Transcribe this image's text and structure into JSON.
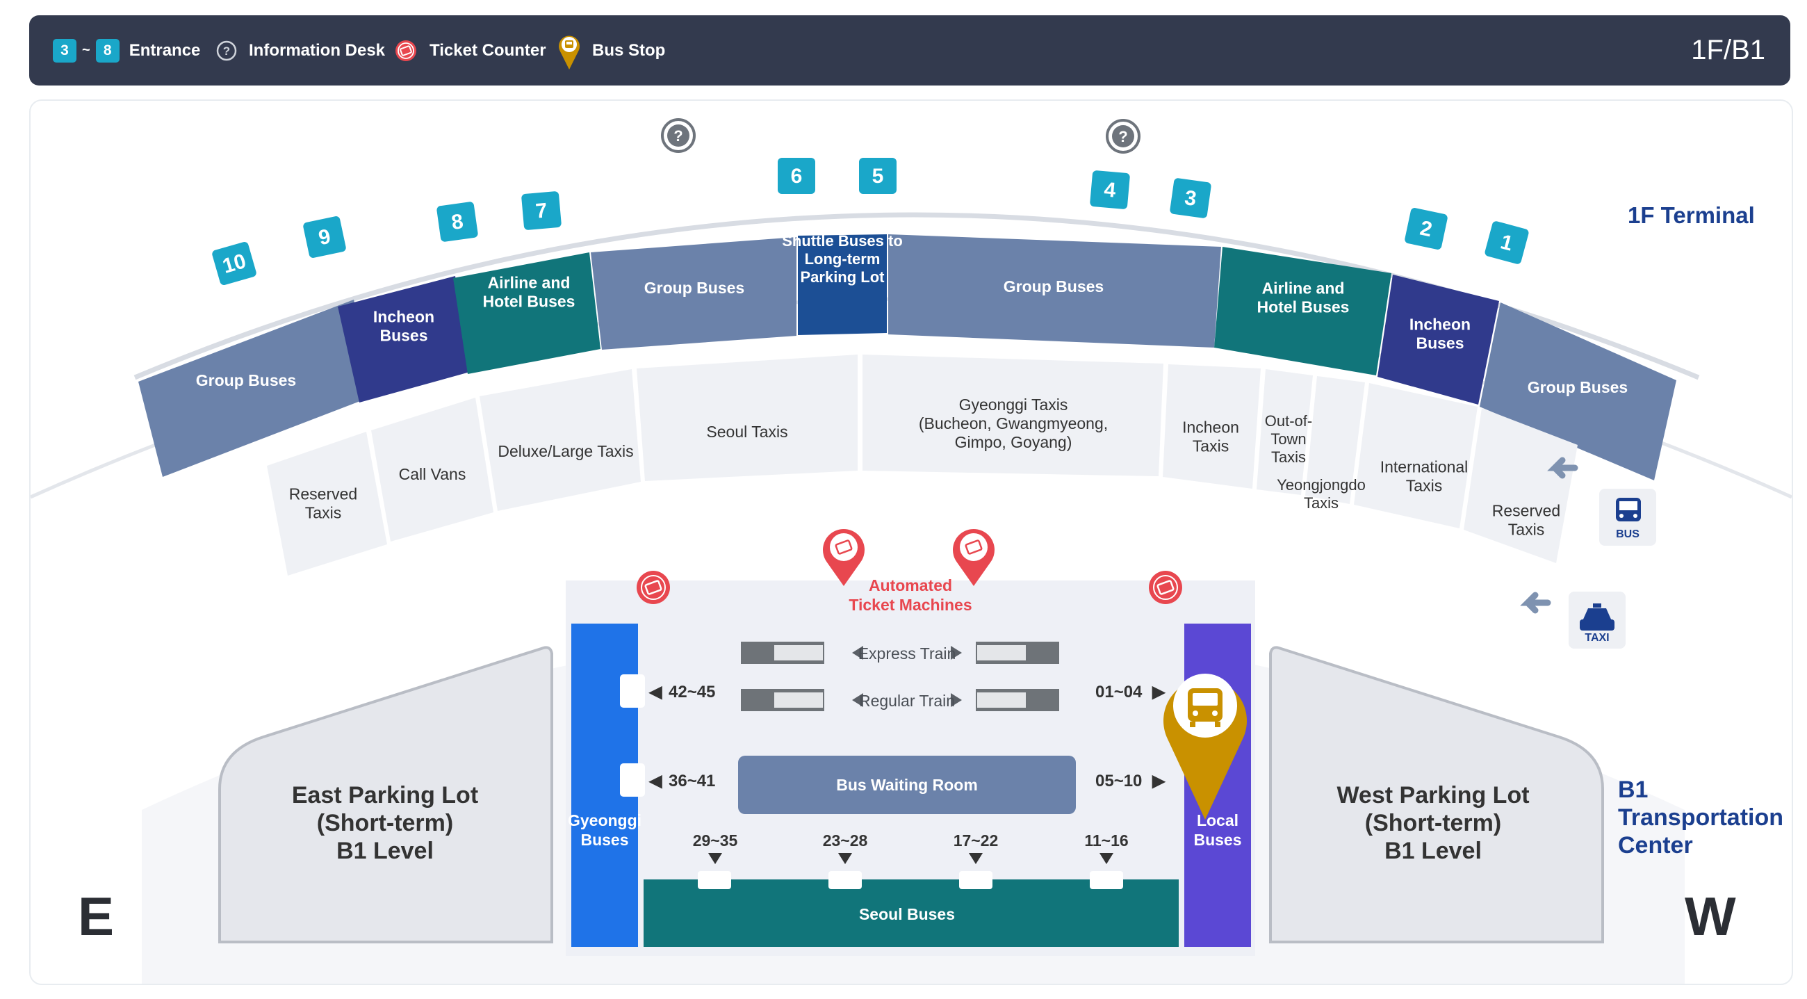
{
  "legend": {
    "entrance_from": "3",
    "entrance_sep": "~",
    "entrance_to": "8",
    "entrance": "Entrance",
    "info_desk": "Information Desk",
    "ticket_counter": "Ticket Counter",
    "bus_stop": "Bus Stop",
    "floor": "1F/B1"
  },
  "terminal": {
    "title": "1F Terminal",
    "info_marker": "?",
    "gates": [
      "10",
      "9",
      "8",
      "7",
      "6",
      "5",
      "4",
      "3",
      "2",
      "1"
    ],
    "bus_zones": [
      "Group Buses",
      "Incheon Buses",
      "Airline and Hotel Buses",
      "Group Buses",
      "Shuttle Buses to Long-term Parking Lot",
      "Group Buses",
      "Airline and Hotel Buses",
      "Incheon Buses",
      "Group Buses"
    ],
    "taxi_zones": [
      "Reserved Taxis",
      "Call Vans",
      "Deluxe/Large Taxis",
      "Seoul Taxis",
      "Gyeonggi Taxis (Bucheon, Gwangmyeong, Gimpo, Goyang)",
      "Incheon Taxis",
      "Out-of-Town Taxis",
      "Yeongjongdo Taxis",
      "International Taxis",
      "Reserved Taxis"
    ],
    "bus_icon_label": "BUS",
    "taxi_icon_label": "TAXI"
  },
  "b1": {
    "title_line1": "B1",
    "title_line2": "Transportation",
    "title_line3": "Center",
    "ticket_machines": "Automated Ticket Machines",
    "express_train": "Express Train",
    "regular_train": "Regular Train",
    "bus_waiting_room": "Bus Waiting Room",
    "gyeonggi_buses": "Gyeonggi Buses",
    "local_buses": "Local Buses",
    "seoul_buses": "Seoul Buses",
    "gate_left_top": "42~45",
    "gate_left_mid": "36~41",
    "gate_right_top": "01~04",
    "gate_right_mid": "05~10",
    "gates_bottom": [
      "29~35",
      "23~28",
      "17~22",
      "11~16"
    ],
    "east_parking": [
      "East Parking Lot",
      "(Short-term)",
      "B1 Level"
    ],
    "west_parking": [
      "West Parking Lot",
      "(Short-term)",
      "B1 Level"
    ],
    "east": "E",
    "west": "W"
  },
  "colors": {
    "bar": "#333a4e",
    "teal": "#1aa7c9",
    "group_bus": "#6b82aa",
    "incheon_bus": "#303a8c",
    "airline_bus": "#11757a",
    "shuttle_bus": "#1c4f95",
    "gyeonggi_bus": "#1f73e8",
    "local_bus": "#5b48d4",
    "seoul_bus": "#11757a",
    "ticket_red": "#e8474f",
    "bus_stop_gold": "#c99100"
  }
}
